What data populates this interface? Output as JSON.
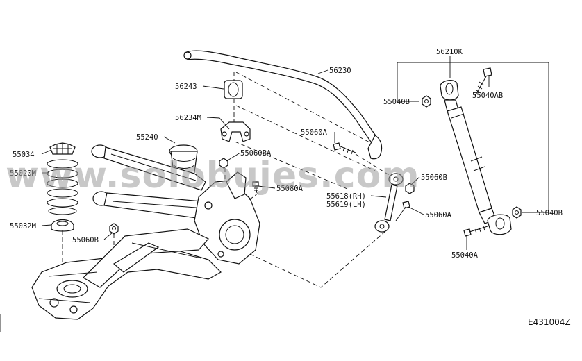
{
  "callouts": {
    "c56230": "56230",
    "c56243": "56243",
    "c56234M": "56234M",
    "c55240": "55240",
    "c55034": "55034",
    "c55020M": "55020M",
    "c55032M": "55032M",
    "c55060B_left": "55060B",
    "c55060BA": "55060BA",
    "c55080A": "55080A",
    "c55060A_top": "55060A",
    "c55060B_mid": "55060B",
    "c55618": "55618(RH)",
    "c55619": "55619(LH)",
    "c55060A_bottom": "55060A",
    "c56210K": "56210K",
    "c55040B_left": "55040B",
    "c55040AB": "55040AB",
    "c55040B_right": "55040B",
    "c55040A": "55040A"
  },
  "diagram_code": "E431004Z",
  "watermark": "www.solobujes.com"
}
